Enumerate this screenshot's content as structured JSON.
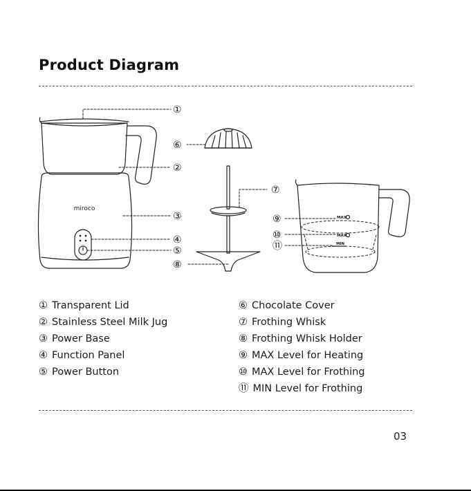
{
  "page": {
    "title": "Product Diagram",
    "page_number": "03"
  },
  "diagram": {
    "brand_label": "miroco",
    "callouts": [
      "①",
      "②",
      "③",
      "④",
      "⑤",
      "⑥",
      "⑦",
      "⑧",
      "⑨",
      "⑩",
      "⑪"
    ],
    "jug_marks": {
      "max_heat": "MAX",
      "max_froth": "MAX",
      "min_froth": "MIN"
    }
  },
  "legend": {
    "left": [
      {
        "num": "①",
        "label": "Transparent Lid"
      },
      {
        "num": "②",
        "label": "Stainless Steel Milk Jug"
      },
      {
        "num": "③",
        "label": "Power Base"
      },
      {
        "num": "④",
        "label": "Function Panel"
      },
      {
        "num": "⑤",
        "label": "Power Button"
      }
    ],
    "right": [
      {
        "num": "⑥",
        "label": "Chocolate Cover"
      },
      {
        "num": "⑦",
        "label": "Frothing Whisk"
      },
      {
        "num": "⑧",
        "label": "Frothing Whisk Holder"
      },
      {
        "num": "⑨",
        "label": "MAX Level for Heating"
      },
      {
        "num": "⑩",
        "label": "MAX Level for Frothing"
      },
      {
        "num": "⑪",
        "label": "MIN Level for Frothing"
      }
    ]
  }
}
